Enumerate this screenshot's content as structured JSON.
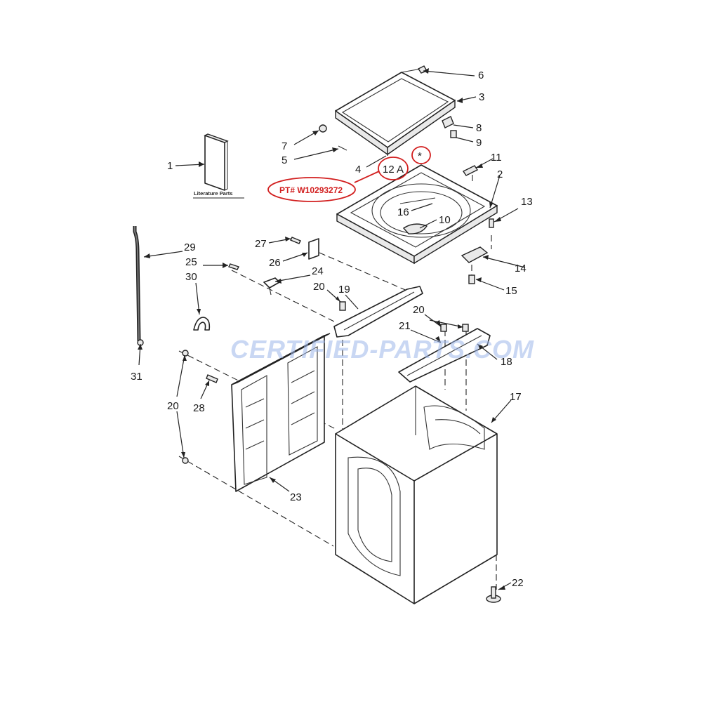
{
  "diagram": {
    "callouts": {
      "c1": "1",
      "c2": "2",
      "c3": "3",
      "c4": "4",
      "c5": "5",
      "c6": "6",
      "c7": "7",
      "c8": "8",
      "c9": "9",
      "c10": "10",
      "c11": "11",
      "c13": "13",
      "c14": "14",
      "c15": "15",
      "c16": "16",
      "c17": "17",
      "c18": "18",
      "c19": "19",
      "c20a": "20",
      "c20b": "20",
      "c20c": "20",
      "c21": "21",
      "c22": "22",
      "c23": "23",
      "c24": "24",
      "c25": "25",
      "c26": "26",
      "c27": "27",
      "c28": "28",
      "c29": "29",
      "c30": "30",
      "c31": "31"
    },
    "literature_label": "Literature Parts",
    "highlight": {
      "item": "12 A",
      "asterisk": "*",
      "part_number": "PT# W10293272"
    },
    "watermark": "CERTIFIED-PARTS.COM"
  },
  "colors": {
    "highlight": "#d21f1f",
    "watermark": "#9db7ea",
    "line": "#222222"
  }
}
